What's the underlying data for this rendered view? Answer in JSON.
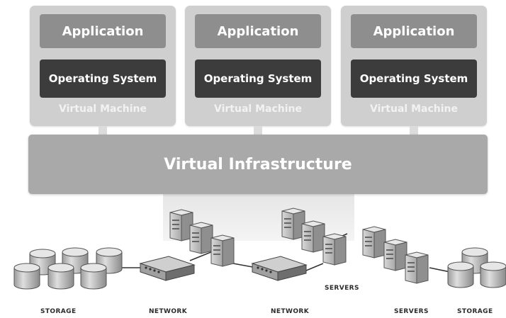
{
  "vms": [
    {
      "application": "Application",
      "os": "Operating System",
      "label": "Virtual Machine"
    },
    {
      "application": "Application",
      "os": "Operating System",
      "label": "Virtual Machine"
    },
    {
      "application": "Application",
      "os": "Operating System",
      "label": "Virtual Machine"
    }
  ],
  "infrastructure": {
    "label": "Virtual Infrastructure"
  },
  "hardware_labels": {
    "storage_left": "STORAGE",
    "network_left": "NETWORK",
    "network_right": "NETWORK",
    "servers_mid": "SERVERS",
    "servers_right": "SERVERS",
    "storage_right": "STORAGE"
  }
}
